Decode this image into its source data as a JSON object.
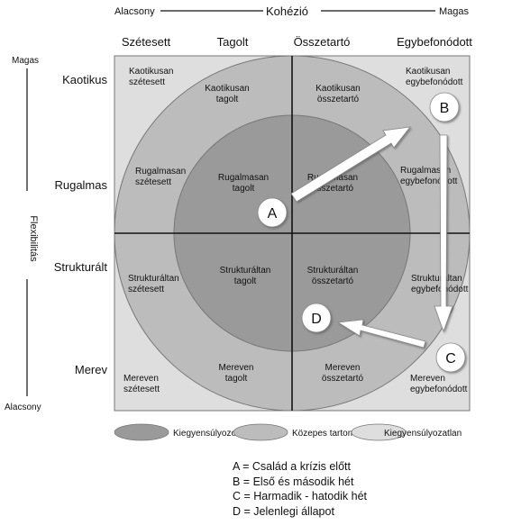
{
  "axes": {
    "top": {
      "low": "Alacsony",
      "title": "Kohézió",
      "high": "Magas"
    },
    "left": {
      "high": "Magas",
      "title": "Flexibilitás",
      "low": "Alacsony"
    }
  },
  "columns": [
    "Szétesett",
    "Tagolt",
    "Összetartó",
    "Egybefonódott"
  ],
  "rows": [
    "Kaotikus",
    "Rugalmas",
    "Strukturált",
    "Merev"
  ],
  "cells": [
    [
      "Kaotikusan\nszétesett",
      "Kaotikusan\ntagolt",
      "Kaotikusan\nösszetartó",
      "Kaotikusan\negybefonódott"
    ],
    [
      "Rugalmasan\nszétesett",
      "Rugalmasan\ntagolt",
      "Rugalmasan\nösszetartó",
      "Rugalmasan\negybefonódott"
    ],
    [
      "Strukturáltan\nszétesett",
      "Strukturáltan\ntagolt",
      "Strukturáltan\nösszetartó",
      "Strukturáltan\negybefonódott"
    ],
    [
      "Mereven\nszétesett",
      "Mereven\ntagolt",
      "Mereven\nösszetartó",
      "Mereven\negybefonódott"
    ]
  ],
  "markers": [
    "A",
    "B",
    "C",
    "D"
  ],
  "legend": [
    {
      "label": "Kiegyensúlyozott",
      "color": "#9a9a9a"
    },
    {
      "label": "Közepes tartomány",
      "color": "#bcbcbc"
    },
    {
      "label": "Kiegyensúlyozatlan",
      "color": "#dedede"
    }
  ],
  "notes": [
    "A = Család a krízis előtt",
    "B = Első és második hét",
    "C = Harmadik - hatodik hét",
    "D = Jelenlegi állapot"
  ],
  "colors": {
    "outer": "#dedede",
    "middle": "#bcbcbc",
    "inner": "#9a9a9a",
    "arrow": "#ffffff"
  }
}
